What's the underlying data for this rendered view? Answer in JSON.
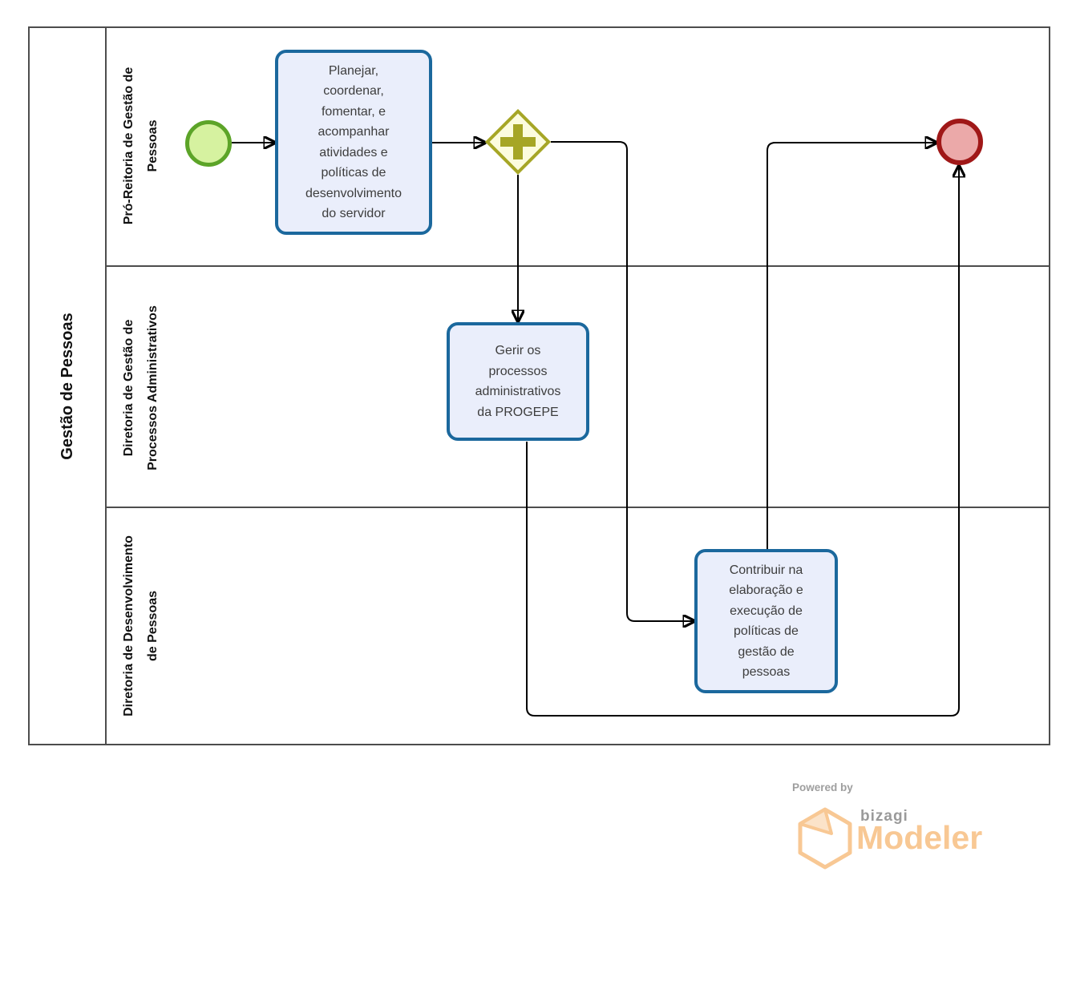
{
  "diagram": {
    "pool_label": "Gestão de Pessoas",
    "lanes": [
      {
        "label": [
          "Pró-Reitoria de Gestão de",
          "Pessoas"
        ]
      },
      {
        "label": [
          "Diretoria de Gestão de",
          "Processos Administrativos"
        ]
      },
      {
        "label": [
          "Diretoria de Desenvolvimento",
          "de Pessoas"
        ]
      }
    ],
    "nodes": {
      "start_event": {
        "type": "start-event"
      },
      "task_planejar": {
        "label": [
          "Planejar,",
          "coordenar,",
          "fomentar, e",
          "acompanhar",
          "atividades e",
          "políticas de",
          "desenvolvimento",
          "do servidor"
        ]
      },
      "parallel_gateway": {
        "type": "parallel-gateway",
        "icon": "plus-icon"
      },
      "task_gerir": {
        "label": [
          "Gerir os",
          "processos",
          "administrativos",
          "da PROGEPE"
        ]
      },
      "task_contribuir": {
        "label": [
          "Contribuir na",
          "elaboração e",
          "execução de",
          "políticas de",
          "gestão de",
          "pessoas"
        ]
      },
      "end_event": {
        "type": "end-event"
      }
    },
    "colors": {
      "task_border": "#1b689d",
      "task_fill": "#eaeefb",
      "start_border": "#5ca428",
      "start_fill": "#d6f2a0",
      "end_border": "#a01818",
      "end_fill": "#eba9a9",
      "gateway_border": "#a6a626",
      "gateway_fill": "#fcfcde",
      "pool_border": "#4d4d4d",
      "connector": "#000000"
    }
  },
  "footer": {
    "powered_by": "Powered by",
    "brand": "bizagi",
    "product": "Modeler",
    "brand_color": "#f8c894"
  }
}
